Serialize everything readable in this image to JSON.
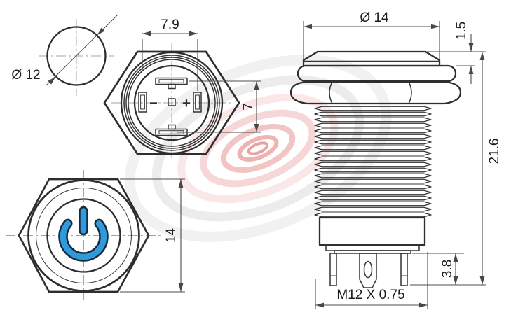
{
  "drawing": {
    "views": {
      "top_button": {
        "dim_diameter": "Ø 12"
      },
      "rear": {
        "dim_pin_spacing_h": "7.9",
        "dim_pin_spacing_v": "7",
        "plus_mark": "+",
        "minus_mark": "−"
      },
      "front": {
        "dim_across_flats": "14"
      },
      "side": {
        "dim_head_diameter": "Ø 14",
        "dim_head_height": "1.5",
        "dim_body_length": "21.6",
        "dim_pin_length": "3.8",
        "dim_thread": "M12 X 0.75"
      }
    },
    "colors": {
      "line": "#2e2e2e",
      "dimension": "#4d4d4d",
      "centerline": "#a3a3a3",
      "text": "#1b1b1b",
      "led_blue": "#2f9bd9",
      "led_outline": "#16293f",
      "watermark_pink": "#f4cccc",
      "watermark_gray": "#ededed"
    }
  }
}
